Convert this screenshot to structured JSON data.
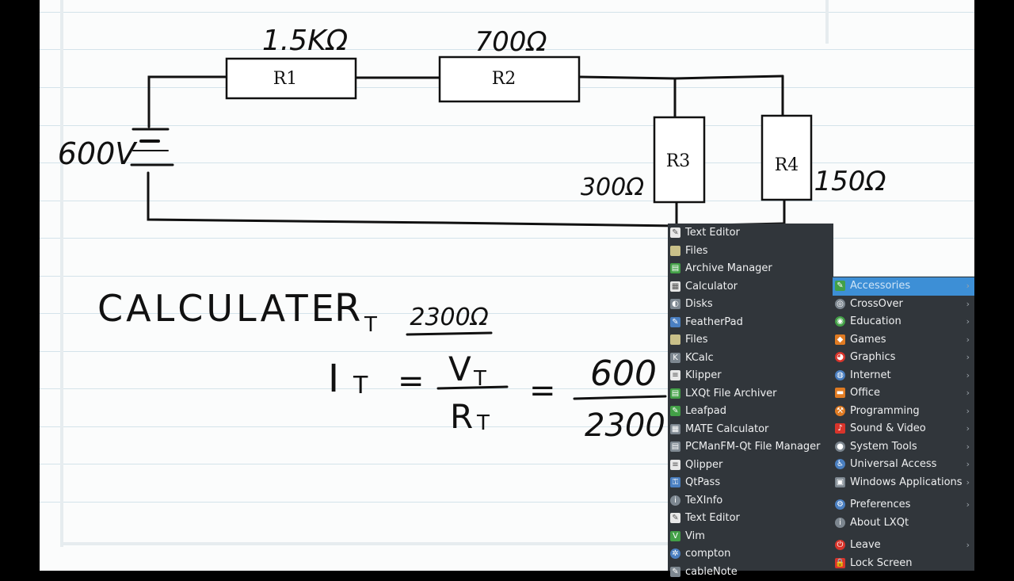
{
  "whiteboard": {
    "resistors": [
      {
        "label": "R1",
        "value": "1.5KΩ"
      },
      {
        "label": "R2",
        "value": "700Ω"
      },
      {
        "label": "R3",
        "value": "300Ω"
      },
      {
        "label": "R4",
        "value": "150Ω"
      }
    ],
    "source_voltage": "600V",
    "task_text": "CALCULATE",
    "rt_symbol": "R",
    "rt_sub": "T",
    "rt_answer": "2300Ω",
    "eq_lhs": "I",
    "eq_lhs_sub": "T",
    "eq_equals": "=",
    "frac1_num": "V",
    "frac1_num_sub": "T",
    "frac1_den": "R",
    "frac1_den_sub": "T",
    "frac2_num": "600",
    "frac2_den": "2300"
  },
  "apps_menu": {
    "items": [
      {
        "label": "Text Editor",
        "icon": "text-editor-icon"
      },
      {
        "label": "Files",
        "icon": "files-icon"
      },
      {
        "label": "Archive Manager",
        "icon": "archive-icon"
      },
      {
        "label": "Calculator",
        "icon": "calculator-icon"
      },
      {
        "label": "Disks",
        "icon": "disks-icon"
      },
      {
        "label": "FeatherPad",
        "icon": "featherpad-icon"
      },
      {
        "label": "Files",
        "icon": "files-icon"
      },
      {
        "label": "KCalc",
        "icon": "kcalc-icon"
      },
      {
        "label": "Klipper",
        "icon": "klipper-icon"
      },
      {
        "label": "LXQt File Archiver",
        "icon": "archiver-icon"
      },
      {
        "label": "Leafpad",
        "icon": "leafpad-icon"
      },
      {
        "label": "MATE Calculator",
        "icon": "mate-calculator-icon"
      },
      {
        "label": "PCManFM-Qt File Manager",
        "icon": "file-manager-icon"
      },
      {
        "label": "Qlipper",
        "icon": "qlipper-icon"
      },
      {
        "label": "QtPass",
        "icon": "qtpass-icon"
      },
      {
        "label": "TeXInfo",
        "icon": "info-icon"
      },
      {
        "label": "Text Editor",
        "icon": "text-editor-icon"
      },
      {
        "label": "Vim",
        "icon": "vim-icon"
      },
      {
        "label": "compton",
        "icon": "compton-icon"
      },
      {
        "label": "cableNote",
        "icon": "note-icon"
      }
    ]
  },
  "category_menu": {
    "items": [
      {
        "label": "Accessories",
        "icon": "accessories-icon",
        "highlighted": true
      },
      {
        "label": "CrossOver",
        "icon": "crossover-icon"
      },
      {
        "label": "Education",
        "icon": "education-icon"
      },
      {
        "label": "Games",
        "icon": "games-icon"
      },
      {
        "label": "Graphics",
        "icon": "graphics-icon"
      },
      {
        "label": "Internet",
        "icon": "internet-icon"
      },
      {
        "label": "Office",
        "icon": "office-icon"
      },
      {
        "label": "Programming",
        "icon": "programming-icon"
      },
      {
        "label": "Sound & Video",
        "icon": "sound-video-icon"
      },
      {
        "label": "System Tools",
        "icon": "system-tools-icon"
      },
      {
        "label": "Universal Access",
        "icon": "universal-access-icon"
      },
      {
        "label": "Windows Applications",
        "icon": "windows-apps-icon"
      }
    ],
    "bottom_items": [
      {
        "label": "Preferences",
        "icon": "preferences-icon",
        "submenu": true
      },
      {
        "label": "About LXQt",
        "icon": "about-icon",
        "submenu": false
      }
    ],
    "session_items": [
      {
        "label": "Leave",
        "icon": "leave-icon",
        "submenu": true
      },
      {
        "label": "Lock Screen",
        "icon": "lock-icon",
        "submenu": false
      }
    ],
    "highlight_color": "#3d8fd6"
  }
}
